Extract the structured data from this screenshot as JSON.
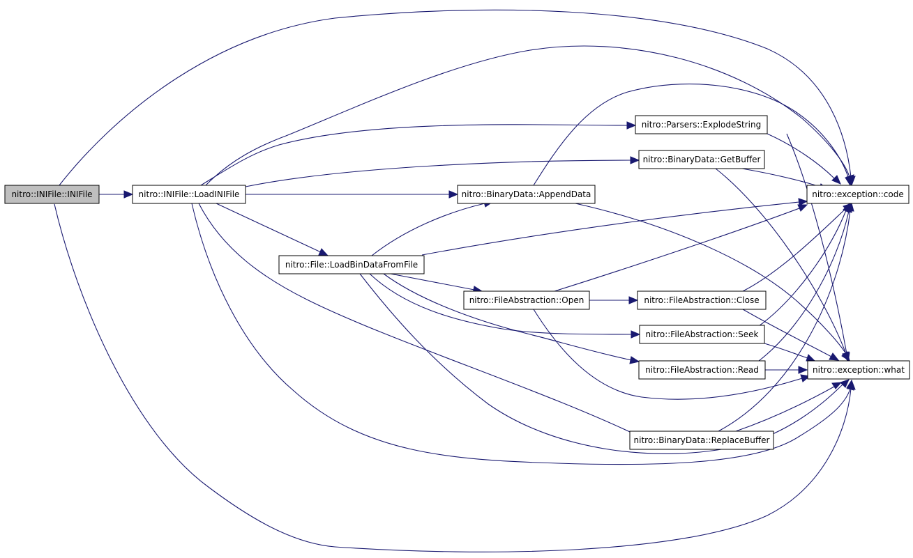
{
  "colors": {
    "edge": "#191970",
    "node_fill": "#ffffff",
    "root_fill": "#bfbfbf",
    "node_border": "#000000"
  },
  "nodes": {
    "ini_ctor": {
      "label": "nitro::INIFile::INIFile",
      "root": true
    },
    "load_ini": {
      "label": "nitro::INIFile::LoadINIFile"
    },
    "load_bin": {
      "label": "nitro::File::LoadBinDataFromFile"
    },
    "append": {
      "label": "nitro::BinaryData::AppendData"
    },
    "fa_open": {
      "label": "nitro::FileAbstraction::Open"
    },
    "explode": {
      "label": "nitro::Parsers::ExplodeString"
    },
    "getbuf": {
      "label": "nitro::BinaryData::GetBuffer"
    },
    "fa_close": {
      "label": "nitro::FileAbstraction::Close"
    },
    "fa_seek": {
      "label": "nitro::FileAbstraction::Seek"
    },
    "fa_read": {
      "label": "nitro::FileAbstraction::Read"
    },
    "replace": {
      "label": "nitro::BinaryData::ReplaceBuffer"
    },
    "exc_code": {
      "label": "nitro::exception::code"
    },
    "exc_what": {
      "label": "nitro::exception::what"
    }
  },
  "edges": [
    [
      "ini_ctor",
      "load_ini"
    ],
    [
      "ini_ctor",
      "exc_code"
    ],
    [
      "ini_ctor",
      "exc_what"
    ],
    [
      "load_ini",
      "explode"
    ],
    [
      "load_ini",
      "getbuf"
    ],
    [
      "load_ini",
      "append"
    ],
    [
      "load_ini",
      "load_bin"
    ],
    [
      "load_ini",
      "exc_code"
    ],
    [
      "load_ini",
      "replace"
    ],
    [
      "load_ini",
      "exc_what"
    ],
    [
      "load_bin",
      "append"
    ],
    [
      "load_bin",
      "exc_code"
    ],
    [
      "load_bin",
      "fa_open"
    ],
    [
      "load_bin",
      "fa_seek"
    ],
    [
      "load_bin",
      "fa_read"
    ],
    [
      "load_bin",
      "exc_what"
    ],
    [
      "append",
      "exc_code"
    ],
    [
      "append",
      "exc_what"
    ],
    [
      "fa_open",
      "exc_code"
    ],
    [
      "fa_open",
      "fa_close"
    ],
    [
      "fa_open",
      "exc_what"
    ],
    [
      "explode",
      "exc_code"
    ],
    [
      "explode",
      "exc_what"
    ],
    [
      "getbuf",
      "exc_code"
    ],
    [
      "getbuf",
      "exc_what"
    ],
    [
      "fa_close",
      "exc_code"
    ],
    [
      "fa_close",
      "exc_what"
    ],
    [
      "fa_seek",
      "exc_code"
    ],
    [
      "fa_seek",
      "exc_what"
    ],
    [
      "fa_read",
      "exc_code"
    ],
    [
      "fa_read",
      "exc_what"
    ],
    [
      "replace",
      "exc_code"
    ],
    [
      "replace",
      "exc_what"
    ]
  ]
}
